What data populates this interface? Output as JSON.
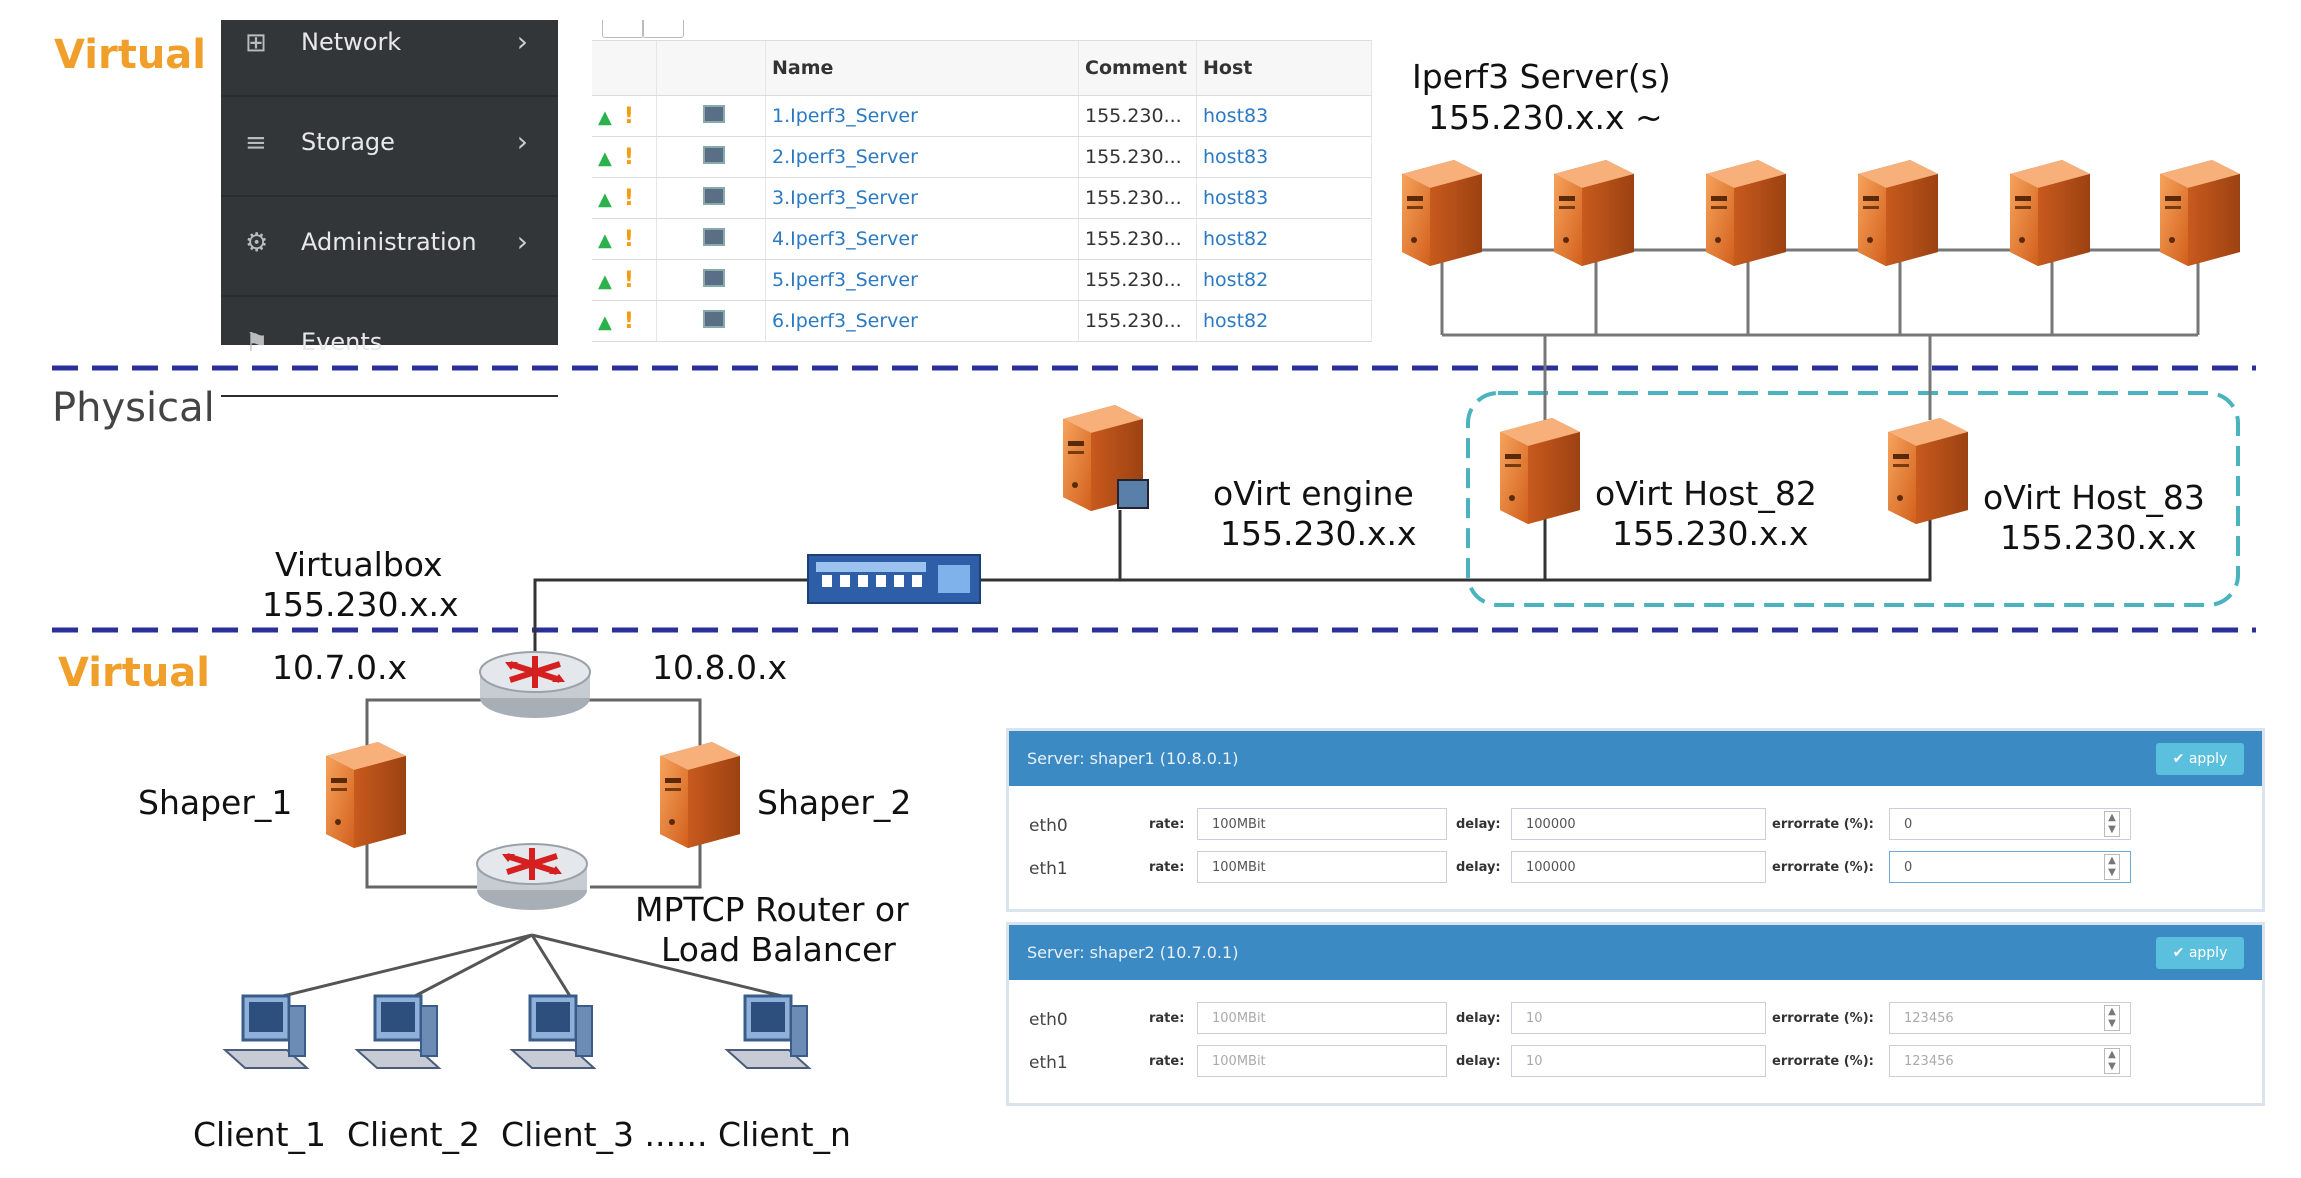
{
  "zones": {
    "virtual_top": "Virtual",
    "physical": "Physical",
    "virtual_bottom": "Virtual"
  },
  "sidebar": {
    "items": [
      {
        "label": "Network",
        "icon": "network-icon"
      },
      {
        "label": "Storage",
        "icon": "storage-icon"
      },
      {
        "label": "Administration",
        "icon": "gear-icon"
      },
      {
        "label": "Events",
        "icon": "flag-icon"
      }
    ]
  },
  "vm_table": {
    "headers": [
      "Name",
      "Comment",
      "Host"
    ],
    "rows": [
      {
        "name": "1.Iperf3_Server",
        "comment": "155.230...",
        "host": "host83"
      },
      {
        "name": "2.Iperf3_Server",
        "comment": "155.230...",
        "host": "host83"
      },
      {
        "name": "3.Iperf3_Server",
        "comment": "155.230...",
        "host": "host83"
      },
      {
        "name": "4.Iperf3_Server",
        "comment": "155.230...",
        "host": "host82"
      },
      {
        "name": "5.Iperf3_Server",
        "comment": "155.230...",
        "host": "host82"
      },
      {
        "name": "6.Iperf3_Server",
        "comment": "155.230...",
        "host": "host82"
      }
    ]
  },
  "labels": {
    "iperf_title": "Iperf3 Server(s)",
    "iperf_ip": "155.230.x.x ~",
    "ovirt_engine": "oVirt engine",
    "ovirt_engine_ip": "155.230.x.x",
    "host82": "oVirt Host_82",
    "host82_ip": "155.230.x.x",
    "host83": "oVirt Host_83",
    "host83_ip": "155.230.x.x",
    "virtualbox": "Virtualbox",
    "virtualbox_ip": "155.230.x.x",
    "net_left": "10.7.0.x",
    "net_right": "10.8.0.x",
    "shaper1": "Shaper_1",
    "shaper2": "Shaper_2",
    "mptcp_line1": "MPTCP Router or",
    "mptcp_line2": "Load Balancer",
    "clients": "Client_1  Client_2  Client_3 ...... Client_n"
  },
  "shapers": [
    {
      "title": "Server: shaper1 (10.8.0.1)",
      "apply": "✔ apply",
      "rows": [
        {
          "iface": "eth0",
          "rate": "100MBit",
          "delay": "100000",
          "errorrate": "0"
        },
        {
          "iface": "eth1",
          "rate": "100MBit",
          "delay": "100000",
          "errorrate": "0"
        }
      ]
    },
    {
      "title": "Server: shaper2 (10.7.0.1)",
      "apply": "✔ apply",
      "rows": [
        {
          "iface": "eth0",
          "rate": "100MBit",
          "delay": "10",
          "errorrate": "123456"
        },
        {
          "iface": "eth1",
          "rate": "100MBit",
          "delay": "10",
          "errorrate": "123456"
        }
      ]
    }
  ],
  "field_labels": {
    "rate": "rate:",
    "delay": "delay:",
    "errorrate": "errorrate (%):"
  },
  "colors": {
    "orange_zone": "#f0a02a",
    "dash_line": "#2b2f9a",
    "host_box": "#4bb3bd",
    "server": "#e8752a"
  }
}
